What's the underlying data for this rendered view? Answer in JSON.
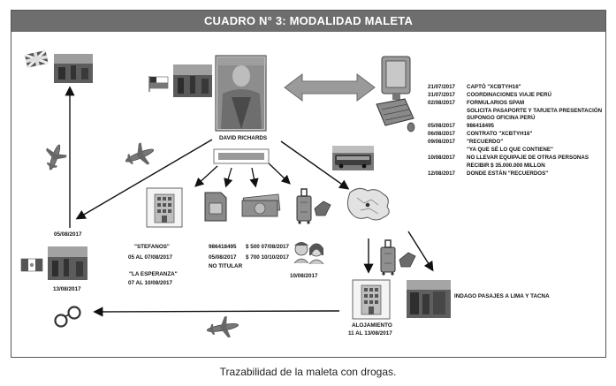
{
  "title": "CUADRO N° 3: MODALIDAD MALETA",
  "caption": "Trazabilidad de la maleta con drogas.",
  "center_person": "DAVID RICHARDS",
  "timeline": [
    {
      "date": "21/07/2017",
      "text": "CAPTÓ \"XCBTYH16\""
    },
    {
      "date": "31/07/2017",
      "text": "COORDINACIONES VIAJE PERÚ"
    },
    {
      "date": "02/08/2017",
      "text": "FORMULARIOS SPAM"
    },
    {
      "date": "",
      "text": "SOLICITA PASAPORTE Y TARJETA PRESENTACIÓN"
    },
    {
      "date": "",
      "text": "SUPONGO OFICINA PERÚ"
    },
    {
      "date": "05/08/2017",
      "text": "986418495"
    },
    {
      "date": "06/08/2017",
      "text": "CONTRATO \"XCBTYH16\""
    },
    {
      "date": "09/08/2017",
      "text": "\"RECUERDO\""
    },
    {
      "date": "",
      "text": "\"YA QUE SÉ LO QUE CONTIENE\""
    },
    {
      "date": "10/08/2017",
      "text": "NO LLEVAR EQUIPAJE DE OTRAS PERSONAS"
    },
    {
      "date": "",
      "text": "RECIBIR $ 35.000.000 MILLON"
    },
    {
      "date": "12/08/2017",
      "text": "DONDE ESTÁN \"RECUERDOS\""
    }
  ],
  "hotels": {
    "stefanos_name": "\"STEFANOS\"",
    "stefanos_dates": "05 AL 07/08/2017",
    "esperanza_name": "\"LA ESPERANZA\"",
    "esperanza_dates": "07 AL 10/08/2017"
  },
  "phone": {
    "number": "986418495",
    "date": "05/08/2017",
    "holder": "NO TITULAR"
  },
  "payments": {
    "first": "$ 500  07/08/2017",
    "second": "$ 700  10/10/2017"
  },
  "meeting_date": "10/08/2017",
  "arrival_date": "05/08/2017",
  "departure_date": "13/08/2017",
  "lodging_label": "ALOJAMIENTO",
  "lodging_dates": "11 AL 13/08/2017",
  "bus_label": "INDAGO PASAJES A LIMA Y TACNA",
  "colors": {
    "titlebar": "#6e6e6e",
    "arrow": "#111111",
    "double_arrow": "#8c8c8c"
  }
}
